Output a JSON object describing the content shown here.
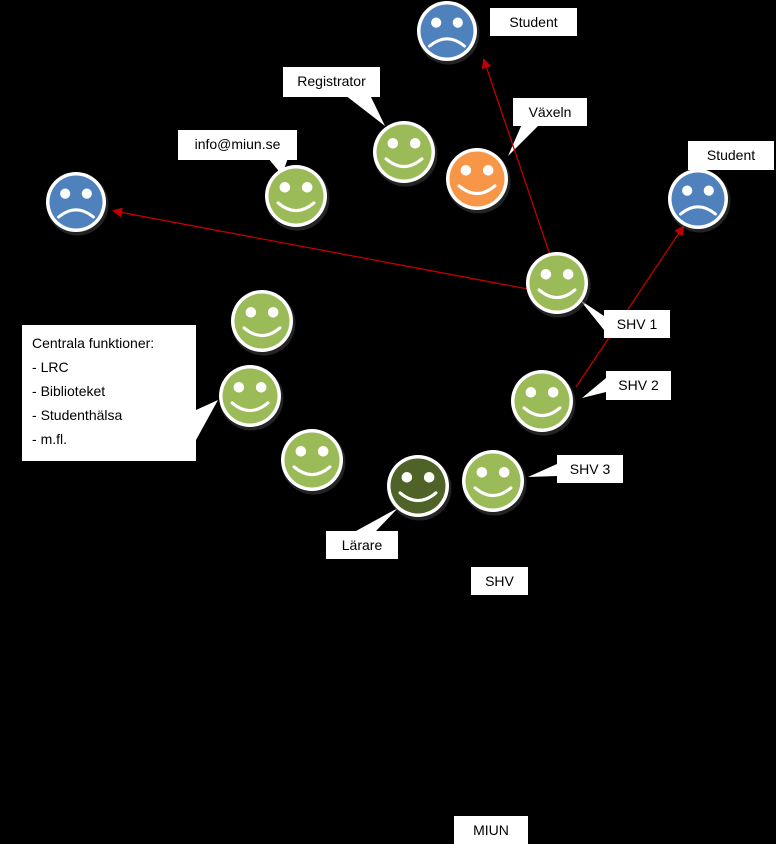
{
  "colors": {
    "background": "#000000",
    "green_face": "#9bbb59",
    "dark_green_face": "#4f6228",
    "orange_face": "#f79646",
    "blue_face": "#4f81bd",
    "arrow": "#c00000",
    "label_bg": "#ffffff"
  },
  "faces": [
    {
      "id": "student-top",
      "mood": "sad",
      "color": "blue"
    },
    {
      "id": "registrator",
      "mood": "happy",
      "color": "green"
    },
    {
      "id": "vaxeln",
      "mood": "happy",
      "color": "orange"
    },
    {
      "id": "info",
      "mood": "happy",
      "color": "green"
    },
    {
      "id": "student-left",
      "mood": "sad",
      "color": "blue"
    },
    {
      "id": "student-right",
      "mood": "sad",
      "color": "blue"
    },
    {
      "id": "shv1",
      "mood": "happy",
      "color": "green"
    },
    {
      "id": "central-1",
      "mood": "happy",
      "color": "green"
    },
    {
      "id": "central-2",
      "mood": "happy",
      "color": "green"
    },
    {
      "id": "central-3",
      "mood": "happy",
      "color": "green"
    },
    {
      "id": "shv2",
      "mood": "happy",
      "color": "green"
    },
    {
      "id": "shv3",
      "mood": "happy",
      "color": "green"
    },
    {
      "id": "larare",
      "mood": "happy",
      "color": "dark-green"
    }
  ],
  "arrows": [
    {
      "from": "shv1",
      "to": "student-top"
    },
    {
      "from": "shv1",
      "to": "student-left"
    },
    {
      "from": "shv2",
      "to": "student-right"
    }
  ],
  "labels": {
    "student_top": "Student",
    "registrator": "Registrator",
    "vaxeln": "Växeln",
    "info": "info@miun.se",
    "student_right": "Student",
    "shv1": "SHV 1",
    "shv2": "SHV 2",
    "shv3": "SHV 3",
    "larare": "Lärare",
    "shv": "SHV",
    "miun": "MIUN"
  },
  "central": {
    "title": "Centrala funktioner:",
    "items": [
      "LRC",
      "Biblioteket",
      "Studenthälsa",
      "m.fl."
    ]
  }
}
